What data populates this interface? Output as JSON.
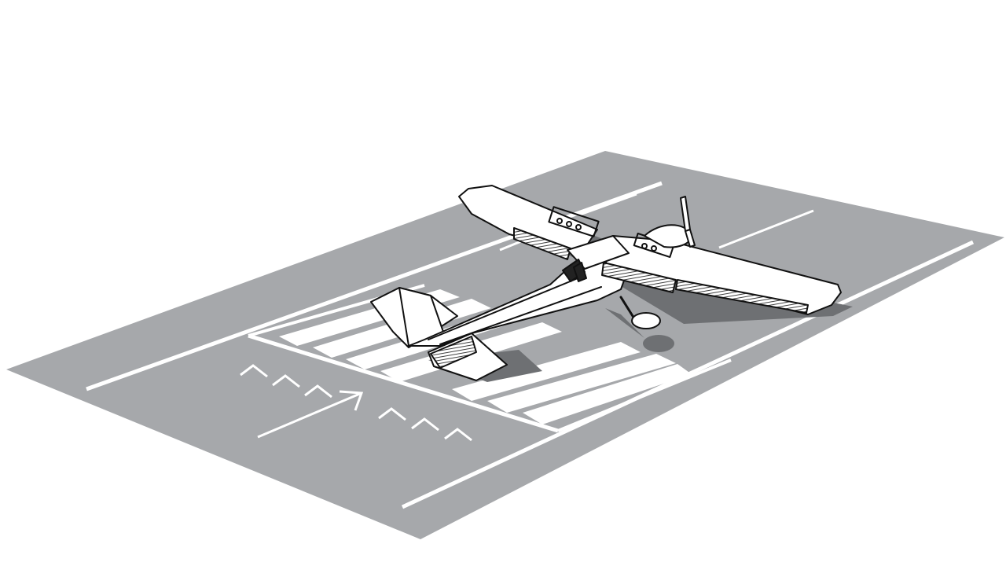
{
  "colors": {
    "background": "#ffffff",
    "pavement": "#a6a8ab",
    "marking": "#ffffff",
    "aircraft_fill": "#ffffff",
    "aircraft_outline": "#111111",
    "flap_hatch": "#2a2a2a",
    "shadow": "#6e7073"
  },
  "scene": {
    "subject": "high-wing-single-engine-airplane",
    "surface": "runway-threshold",
    "threshold_bar_count": 7,
    "displaced_threshold_chevron_count": 6,
    "arrow_count": 1
  }
}
